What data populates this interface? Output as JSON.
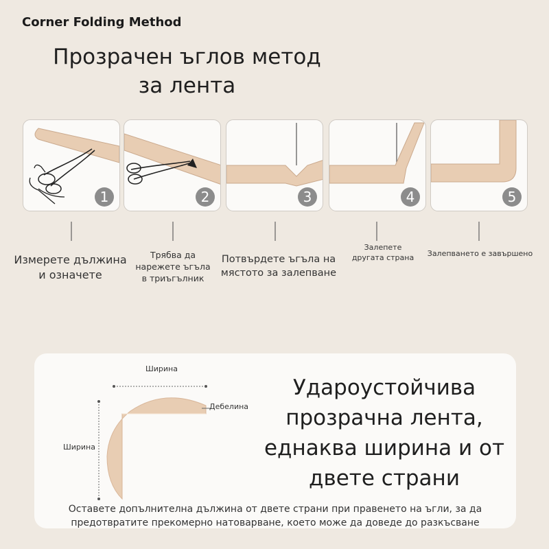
{
  "brand": {
    "label": "Corner Folding Method"
  },
  "title": {
    "lines": [
      "Прозрачен ъглов метод",
      "за лента"
    ]
  },
  "steps": [
    {
      "number": "1",
      "caption": [
        "Измерете дължина",
        "и означете"
      ]
    },
    {
      "number": "2",
      "caption": [
        "Трябва да",
        "нарежете ъгъла",
        "в триъгълник"
      ]
    },
    {
      "number": "3",
      "caption": [
        "Потвърдете ъгъла на",
        "мястото за залепване"
      ]
    },
    {
      "number": "4",
      "caption": [
        "Залепете",
        "другата страна"
      ]
    },
    {
      "number": "5",
      "caption": [
        "Залепването е завършено"
      ]
    }
  ],
  "diagram": {
    "width_top": "Ширина",
    "width_left": "Ширина",
    "thickness": "Дебелина"
  },
  "headline": {
    "lines": [
      "Удароустойчива",
      "прозрачна лента,",
      "еднаква ширина и от",
      "двете страни"
    ]
  },
  "note": {
    "lines": [
      "Оставете допълнителна дължина от двете страни при правенето на ъгли, за да",
      "предотвратите прекомерно натоварване, което може да доведе до разкъсване"
    ]
  },
  "colors": {
    "tape": "#e8cdb3",
    "tape_edge": "#d9b79a",
    "background": "#efe9e1",
    "card": "#fbfaf8",
    "badge": "#8c8c8c"
  }
}
